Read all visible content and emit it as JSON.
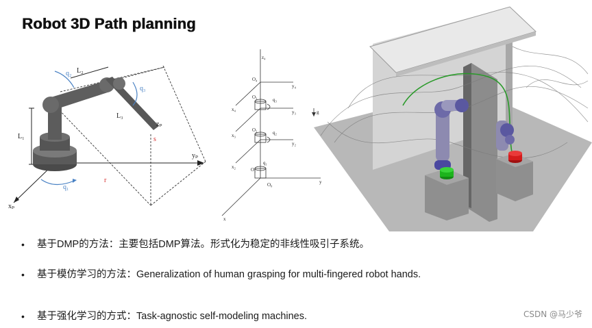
{
  "title": "Robot 3D Path planning",
  "arm_figure": {
    "q1": "q₁",
    "q2": "q₂",
    "q3": "q₃",
    "L1": "L₁",
    "L2": "L₂",
    "L3": "L₃",
    "xp": "xₚ",
    "yp": "yₚ",
    "zp": "zₚ",
    "r": "r",
    "s": "s"
  },
  "frames_figure": {
    "z4": "z₄",
    "O4": "O₄",
    "y4": "y₄",
    "x4": "x₄",
    "O3": "O₃",
    "q3": "q₃",
    "y3": "y₃",
    "x3": "x₃",
    "O2": "O₂",
    "q2": "q₂",
    "y2": "y₂",
    "x2": "x₂",
    "O1": "O₁",
    "q1": "q₁",
    "O0": "O₀",
    "y": "y",
    "x": "x",
    "g": "g"
  },
  "bullets": [
    {
      "label": "基于DMP的方法：",
      "text": "主要包括DMP算法。形式化为稳定的非线性吸引子系统。"
    },
    {
      "label": "基于模仿学习的方法：",
      "text": "Generalization of human grasping for multi-fingered robot hands."
    },
    {
      "label": "基于强化学习的方式：",
      "text": "Task-agnostic self-modeling machines."
    }
  ],
  "watermark": "CSDN @马少爷",
  "colors": {
    "accent_blue": "#4a82c4",
    "accent_red": "#d62b2b",
    "target_green": "#1db31d",
    "target_red": "#d41c1c"
  }
}
